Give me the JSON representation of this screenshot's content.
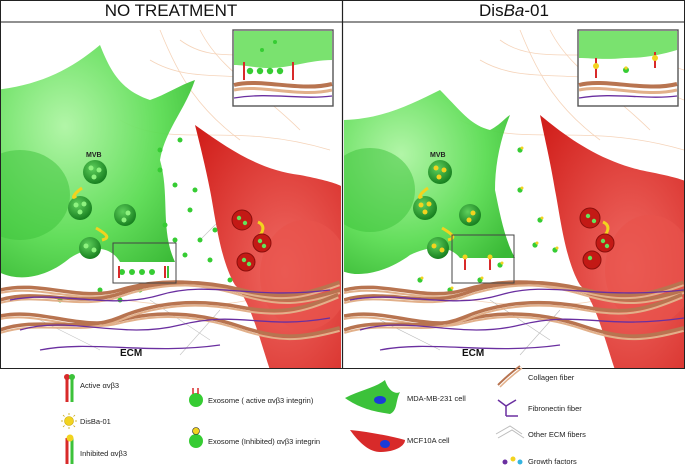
{
  "panels": [
    {
      "title": "NO TREATMENT",
      "ecm_label": "ECM",
      "mvb_label": "MVB"
    },
    {
      "title_prefix": "Dis",
      "title_italic": "Ba",
      "title_suffix": "-01",
      "ecm_label": "ECM",
      "mvb_label": "MVB"
    }
  ],
  "legend": [
    {
      "id": "active-integrin",
      "label": "Active αvβ3"
    },
    {
      "id": "disba",
      "label": "DisBa-01"
    },
    {
      "id": "inhibited-integrin",
      "label": "Inhibited αvβ3"
    },
    {
      "id": "exosome-active",
      "label": "Exosome ( active αvβ3 integrin)"
    },
    {
      "id": "exosome-inhibited",
      "label": "Exosome (Inhibited) αvβ3 integrin"
    },
    {
      "id": "mda-cell",
      "label": "MDA-MB-231 cell"
    },
    {
      "id": "mcf-cell",
      "label": "MCF10A cell"
    },
    {
      "id": "collagen",
      "label": "Collagen fiber"
    },
    {
      "id": "fibronectin",
      "label": "Fibronectin fiber"
    },
    {
      "id": "other-ecm",
      "label": "Other ECM fibers"
    },
    {
      "id": "growth-factors",
      "label": "Growth factors"
    }
  ],
  "colors": {
    "green_cell": "#4fd64a",
    "red_cell": "#e0332f",
    "collagen": "#c98a5f",
    "fibronectin": "#6a2fa0",
    "mvb_green": "#1f9b2a",
    "yellow": "#f2d31f"
  }
}
